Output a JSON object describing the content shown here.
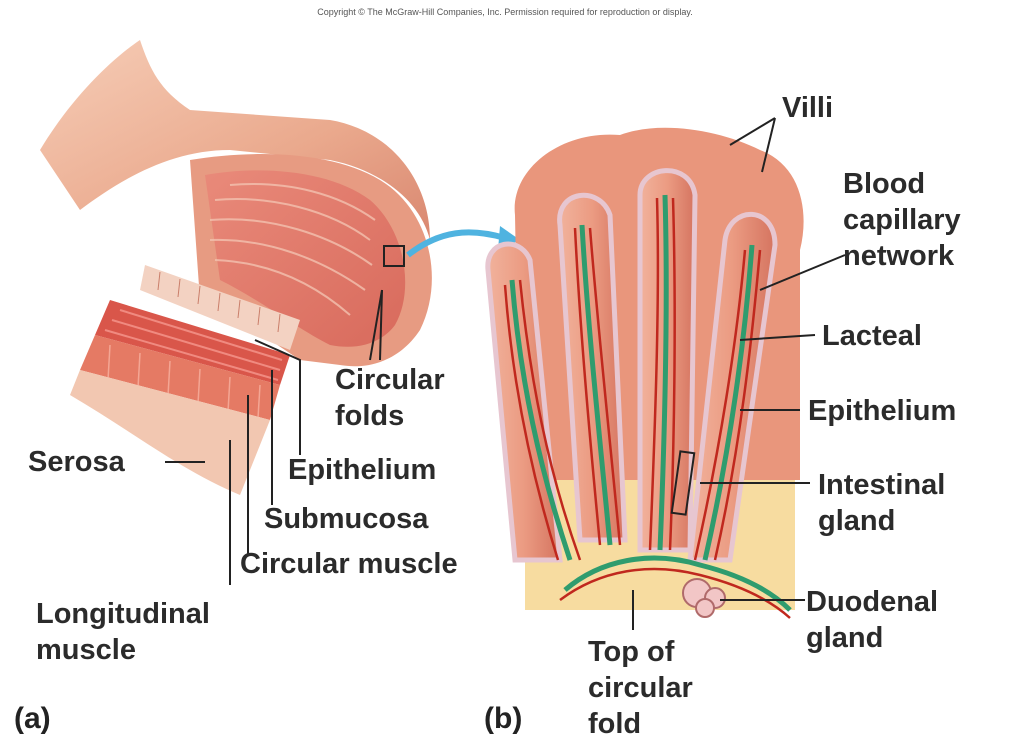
{
  "copyright": "Copyright © The McGraw-Hill Companies, Inc. Permission required for reproduction or display.",
  "panels": {
    "a": "(a)",
    "b": "(b)"
  },
  "labels_a": {
    "circular_folds": [
      "Circular",
      "folds"
    ],
    "serosa": "Serosa",
    "epithelium": "Epithelium",
    "submucosa": "Submucosa",
    "circular_muscle": "Circular muscle",
    "longitudinal_muscle": [
      "Longitudinal",
      "muscle"
    ]
  },
  "labels_b": {
    "villi": "Villi",
    "blood_capillary_network": [
      "Blood",
      "capillary",
      "network"
    ],
    "lacteal": "Lacteal",
    "epithelium": "Epithelium",
    "intestinal_gland": [
      "Intestinal",
      "gland"
    ],
    "duodenal_gland": [
      "Duodenal",
      "gland"
    ],
    "top_of_circular_fold": [
      "Top of",
      "circular",
      "fold"
    ]
  },
  "colors": {
    "tissue_pink": "#e8a58c",
    "muscle_red": "#d9564a",
    "capillary_red": "#c0281e",
    "lacteal_green": "#2f9c6e",
    "submucosa_yellow": "#f7dca0",
    "arrow_blue": "#4fb3e0"
  }
}
